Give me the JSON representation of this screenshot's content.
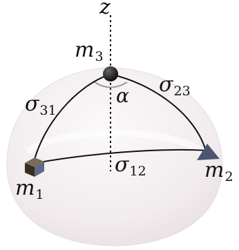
{
  "labels": {
    "axis": "z",
    "m3": "m",
    "m3_sub": "3",
    "m1": "m",
    "m1_sub": "1",
    "m2": "m",
    "m2_sub": "2",
    "sigma31": "σ",
    "sigma31_sub": "31",
    "sigma23": "σ",
    "sigma23_sub": "23",
    "sigma12": "σ",
    "sigma12_sub": "12",
    "angle": "α"
  },
  "colors": {
    "dome_edge": "#e3dadd",
    "dome_fill": "#f1ecee",
    "arc": "#111111",
    "angle_arc": "#9a9a9a",
    "m1_cube": "#4a3a2c",
    "m2_triangle": "#4d5670",
    "m3_sphere": "#151515"
  }
}
